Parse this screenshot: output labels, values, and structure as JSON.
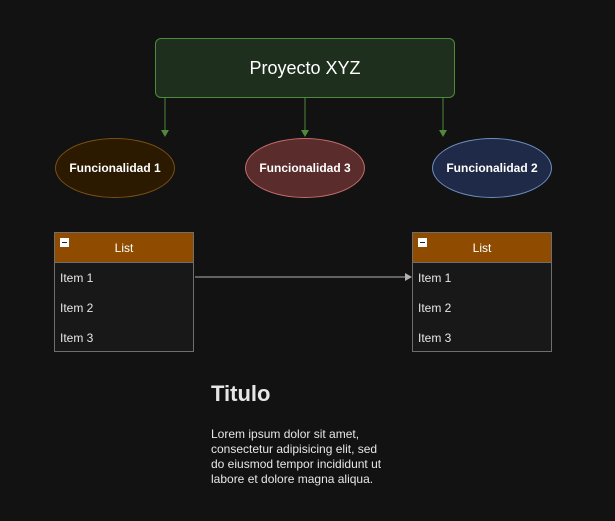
{
  "diagram": {
    "root": {
      "label": "Proyecto XYZ"
    },
    "features": [
      {
        "label": "Funcionalidad 1",
        "fill": "#2b1a00",
        "stroke": "#7a4f13"
      },
      {
        "label": "Funcionalidad 3",
        "fill": "#5a2c2c",
        "stroke": "#c46a6a"
      },
      {
        "label": "Funcionalidad 2",
        "fill": "#1e2a47",
        "stroke": "#6c8ebf"
      }
    ],
    "lists": [
      {
        "header": "List",
        "items": [
          "Item 1",
          "Item 2",
          "Item 3"
        ]
      },
      {
        "header": "List",
        "items": [
          "Item 1",
          "Item 2",
          "Item 3"
        ]
      }
    ],
    "text_block": {
      "title": "Titulo",
      "body": "Lorem ipsum dolor sit amet, consectetur adipisicing elit, sed do eiusmod tempor incididunt ut labore et dolore magna aliqua."
    },
    "colors": {
      "background": "#121212",
      "root_fill": "#1f2f1e",
      "root_stroke": "#4e8a3a",
      "arrow_green": "#4e8a3a",
      "list_header": "#8f4c00",
      "connector": "#b0b0b0"
    }
  }
}
